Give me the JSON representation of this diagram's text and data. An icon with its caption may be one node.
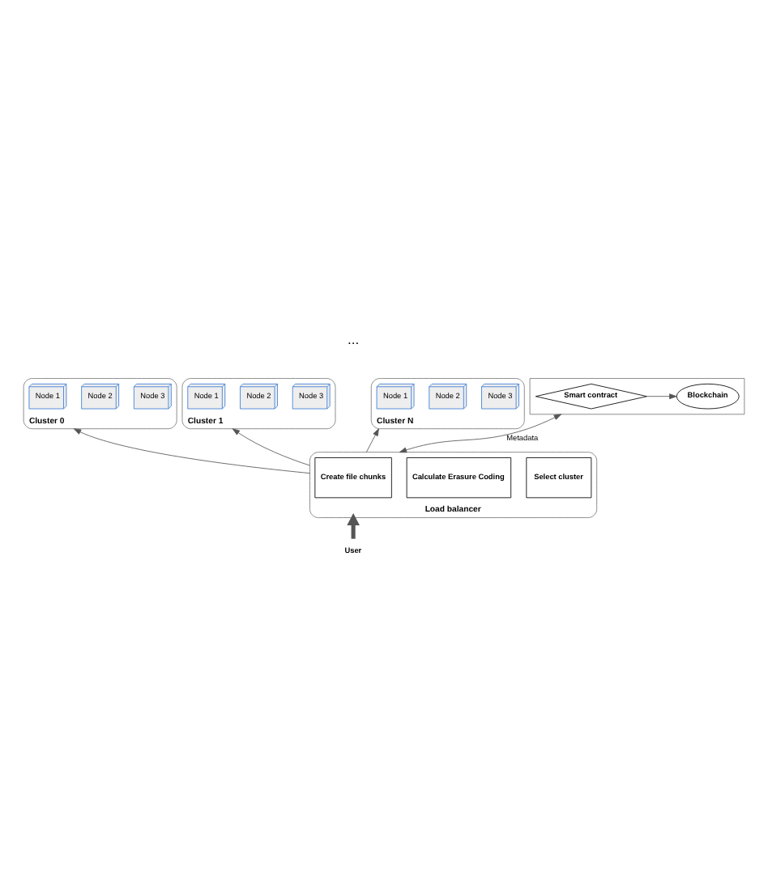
{
  "diagram": {
    "nodes": [
      {
        "text": [
          "Cluster 0"
        ]
      },
      {
        "text": [
          "Node 1"
        ],
        "in": 0
      },
      {
        "text": [
          "Node 2"
        ],
        "in": 0
      },
      {
        "text": [
          "Node 3"
        ],
        "in": 0
      },
      {
        "text": [
          "Cluster 1"
        ]
      },
      {
        "text": [
          "Node 1"
        ],
        "in": 4
      },
      {
        "text": [
          "Node 2"
        ],
        "in": 4
      },
      {
        "text": [
          "Node 3"
        ],
        "in": 4
      },
      {
        "text": [
          "Cluster N"
        ]
      },
      {
        "text": [
          "Node 1"
        ],
        "in": 8
      },
      {
        "text": [
          "Node 2"
        ],
        "in": 8
      },
      {
        "text": [
          "Node 3"
        ],
        "in": 8
      },
      {
        "text": [],
        "shape": "box"
      },
      {
        "text": [
          "Smart contract"
        ],
        "in": 12
      },
      {
        "text": [
          "Blockchain"
        ],
        "in": 12
      },
      {
        "text": [
          "Load balancer"
        ]
      },
      {
        "text": [
          "Create file chunks"
        ],
        "in": 15
      },
      {
        "text": [
          "Calculate Erasure Coding"
        ],
        "in": 15
      },
      {
        "text": [
          "Select cluster"
        ],
        "in": 15
      },
      {
        "text": [
          "User"
        ]
      }
    ],
    "edges": [
      {
        "from": 15,
        "to": 0,
        "arrow": "to"
      },
      {
        "from": 15,
        "to": 4,
        "arrow": "to"
      },
      {
        "from": 15,
        "to": 8,
        "arrow": "to"
      },
      {
        "from": 13,
        "to": 14,
        "arrow": "to"
      },
      {
        "from": 12,
        "to": 15,
        "arrow": "both",
        "label": "Metadata"
      },
      {
        "from": 19,
        "to": 15,
        "arrow": "to",
        "style": "thick"
      }
    ],
    "labels": [
      "..."
    ]
  }
}
